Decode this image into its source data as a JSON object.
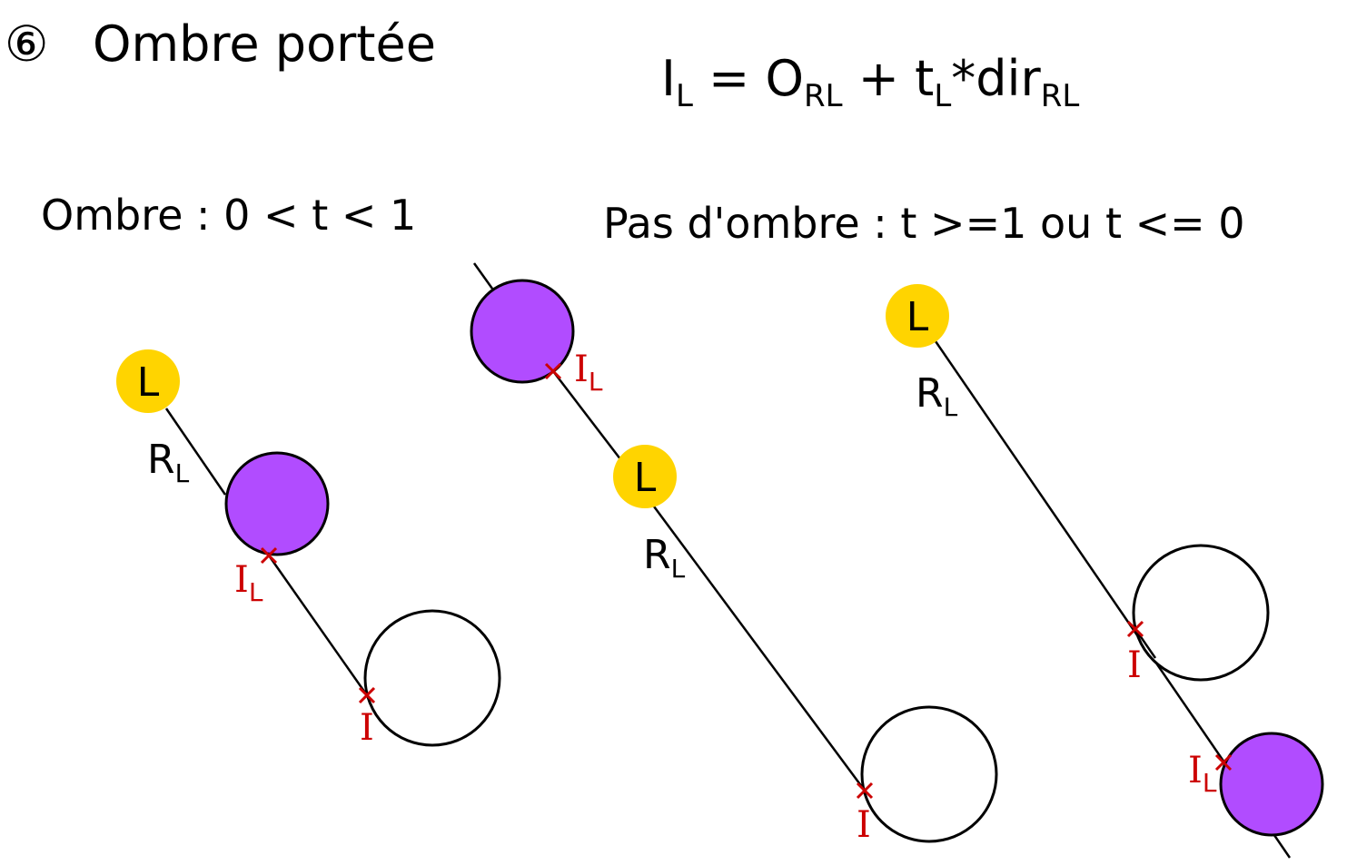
{
  "title": {
    "number": "⑥",
    "text": "Ombre portée"
  },
  "formula": {
    "I": "I",
    "I_sub": "L",
    "eq": " = O",
    "O_sub": "RL",
    "plus": " + t",
    "t_sub": "L",
    "dir": "*dir",
    "dir_sub": "RL"
  },
  "cases": {
    "shadow": "Ombre : 0 < t < 1",
    "no_shadow": "Pas d'ombre : t >=1 ou t <= 0"
  },
  "labels": {
    "light": "L",
    "ray": "R",
    "ray_sub": "L",
    "hit": "I",
    "light_hit": "I",
    "light_hit_sub": "L"
  },
  "colors": {
    "light": "#ffd400",
    "occluder": "#b14cff",
    "hit": "#cc0000",
    "stroke": "#000000"
  }
}
